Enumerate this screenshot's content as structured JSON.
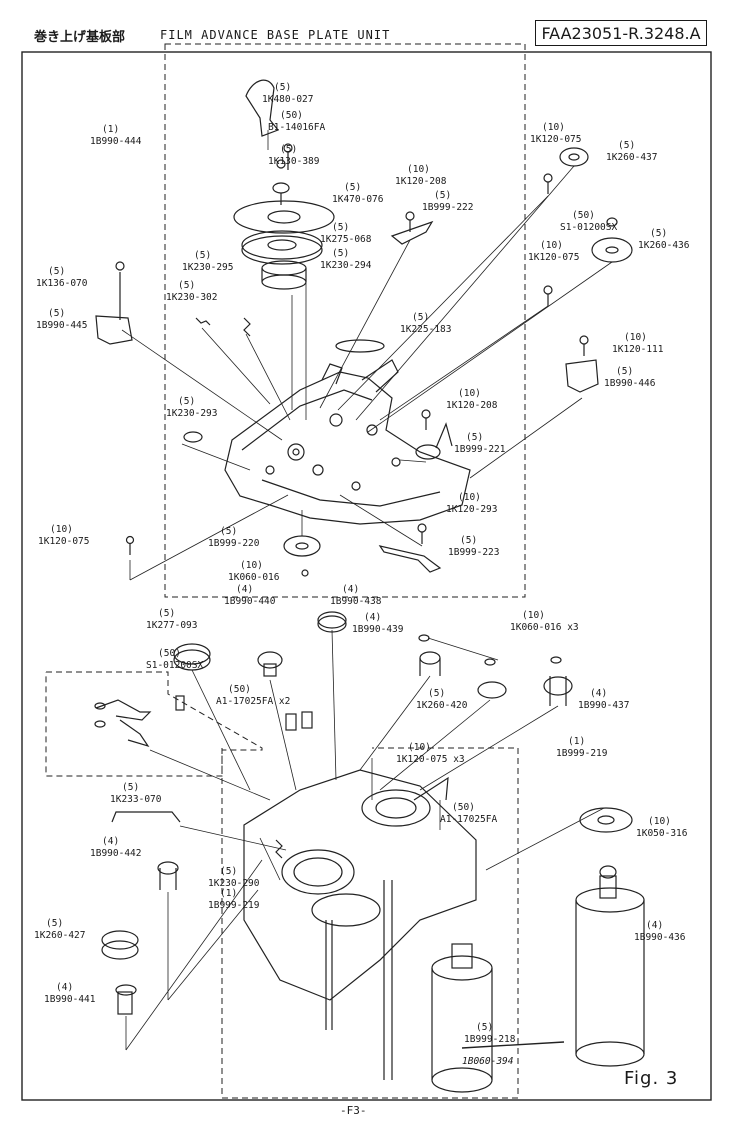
{
  "header": {
    "title_jp": "巻き上げ基板部",
    "title_en": "FILM ADVANCE BASE PLATE UNIT",
    "code": "FAA23051-R.3248.A"
  },
  "parts": [
    {
      "id": "p01",
      "qty": "(5)",
      "part": "1K480-027"
    },
    {
      "id": "p02",
      "qty": "(50)",
      "part": "B1-14016FA"
    },
    {
      "id": "p03",
      "qty": "(1)",
      "part": "1B990-444"
    },
    {
      "id": "p04",
      "qty": "(5)",
      "part": "1K130-389"
    },
    {
      "id": "p05",
      "qty": "(10)",
      "part": "1K120-075"
    },
    {
      "id": "p06",
      "qty": "(5)",
      "part": "1K260-437"
    },
    {
      "id": "p07",
      "qty": "(10)",
      "part": "1K120-208"
    },
    {
      "id": "p08",
      "qty": "(5)",
      "part": "1K470-076"
    },
    {
      "id": "p09",
      "qty": "(5)",
      "part": "1B999-222"
    },
    {
      "id": "p10",
      "qty": "(50)",
      "part": "S1-01200SX"
    },
    {
      "id": "p11",
      "qty": "(5)",
      "part": "1K275-068"
    },
    {
      "id": "p12",
      "qty": "(5)",
      "part": "1K260-436"
    },
    {
      "id": "p13",
      "qty": "(5)",
      "part": "1K230-295"
    },
    {
      "id": "p14",
      "qty": "(5)",
      "part": "1K230-294"
    },
    {
      "id": "p15",
      "qty": "(10)",
      "part": "1K120-075"
    },
    {
      "id": "p16",
      "qty": "(5)",
      "part": "1K136-070"
    },
    {
      "id": "p17",
      "qty": "(5)",
      "part": "1K230-302"
    },
    {
      "id": "p18",
      "qty": "(5)",
      "part": "1B990-445"
    },
    {
      "id": "p19",
      "qty": "(5)",
      "part": "1K225-183"
    },
    {
      "id": "p20",
      "qty": "(10)",
      "part": "1K120-111"
    },
    {
      "id": "p21",
      "qty": "(5)",
      "part": "1B990-446"
    },
    {
      "id": "p22",
      "qty": "(5)",
      "part": "1K230-293"
    },
    {
      "id": "p23",
      "qty": "(10)",
      "part": "1K120-208"
    },
    {
      "id": "p24",
      "qty": "(5)",
      "part": "1B999-221"
    },
    {
      "id": "p25",
      "qty": "(10)",
      "part": "1K120-293"
    },
    {
      "id": "p26",
      "qty": "(10)",
      "part": "1K120-075"
    },
    {
      "id": "p27",
      "qty": "(5)",
      "part": "1B999-220"
    },
    {
      "id": "p28",
      "qty": "(5)",
      "part": "1B999-223"
    },
    {
      "id": "p29",
      "qty": "(10)",
      "part": "1K060-016"
    },
    {
      "id": "p30",
      "qty": "(5)",
      "part": "1K277-093"
    },
    {
      "id": "p31",
      "qty": "(4)",
      "part": "1B990-440"
    },
    {
      "id": "p32",
      "qty": "(4)",
      "part": "1B990-438"
    },
    {
      "id": "p33",
      "qty": "(4)",
      "part": "1B990-439"
    },
    {
      "id": "p34",
      "qty": "(10)",
      "part": "1K060-016 x3"
    },
    {
      "id": "p35",
      "qty": "(50)",
      "part": "S1-01200SX"
    },
    {
      "id": "p36",
      "qty": "(50)",
      "part": "A1-17025FA x2"
    },
    {
      "id": "p37",
      "qty": "(5)",
      "part": "1K260-420"
    },
    {
      "id": "p38",
      "qty": "(4)",
      "part": "1B990-437"
    },
    {
      "id": "p39",
      "qty": "(10)",
      "part": "1K120-075 x3"
    },
    {
      "id": "p40",
      "qty": "(1)",
      "part": "1B999-219"
    },
    {
      "id": "p41",
      "qty": "(5)",
      "part": "1K233-070"
    },
    {
      "id": "p42",
      "qty": "(50)",
      "part": "A1-17025FA"
    },
    {
      "id": "p43",
      "qty": "(10)",
      "part": "1K050-316"
    },
    {
      "id": "p44",
      "qty": "(4)",
      "part": "1B990-442"
    },
    {
      "id": "p45",
      "qty": "(5)",
      "part": "1K230-290"
    },
    {
      "id": "p46",
      "qty": "(1)",
      "part": "1B999-219"
    },
    {
      "id": "p47",
      "qty": "(5)",
      "part": "1K260-427"
    },
    {
      "id": "p48",
      "qty": "(4)",
      "part": "1B990-436"
    },
    {
      "id": "p49",
      "qty": "(4)",
      "part": "1B990-441"
    },
    {
      "id": "p50",
      "qty": "(5)",
      "part": "1B999-218"
    },
    {
      "id": "p51",
      "qty": "",
      "part": "1B060-394"
    }
  ],
  "footer": {
    "figure": "Fig. 3",
    "page": "-F3-"
  }
}
